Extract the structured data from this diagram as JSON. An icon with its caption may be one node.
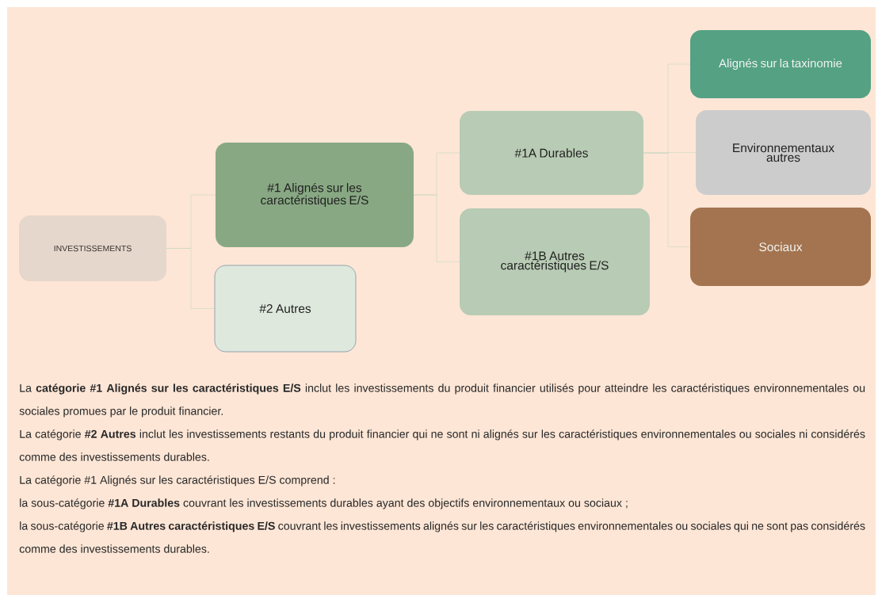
{
  "diagram": {
    "nodes": [
      {
        "text": [
          "INVESTISSEMENTS"
        ]
      },
      {
        "text": [
          "#1 Alignés sur les caractéristiques E/S"
        ]
      },
      {
        "text": [
          "#2 Autres"
        ]
      },
      {
        "text": [
          "#1A Durables"
        ]
      },
      {
        "text": [
          "#1B Autres caractéristiques E/S"
        ]
      },
      {
        "text": [
          "Alignés sur la taxinomie"
        ]
      },
      {
        "text": [
          "Environnementaux autres"
        ]
      },
      {
        "text": [
          "Sociaux"
        ]
      }
    ],
    "edges": [
      {
        "from": 0,
        "to": 1,
        "arrow": "none"
      },
      {
        "from": 0,
        "to": 2,
        "arrow": "none"
      },
      {
        "from": 1,
        "to": 3,
        "arrow": "none"
      },
      {
        "from": 1,
        "to": 4,
        "arrow": "none"
      },
      {
        "from": 3,
        "to": 5,
        "arrow": "none"
      },
      {
        "from": 3,
        "to": 6,
        "arrow": "none"
      },
      {
        "from": 3,
        "to": 7,
        "arrow": "none"
      }
    ],
    "labels": [
      "La **catégorie #1 Alignés sur les caractéristiques E/S** inclut les investissements du produit financier utilisés pour atteindre les caractéristiques environnementales ou sociales promues par le produit financier.",
      "La catégorie **#2 Autres** inclut les investissements restants du produit financier qui ne sont ni alignés sur les caractéristiques environnementales ou sociales ni considérés comme des investissements durables.",
      "La catégorie #1 Alignés sur les caractéristiques E/S comprend :",
      "la sous-catégorie **#1A Durables** couvrant les investissements durables ayant des objectifs environnementaux ou sociaux ;",
      "la sous-catégorie **#1B Autres caractéristiques E/S** couvrant les investissements alignés sur les caractéristiques environnementales ou sociales qui ne sont pas considérés comme des investissements durables."
    ]
  }
}
